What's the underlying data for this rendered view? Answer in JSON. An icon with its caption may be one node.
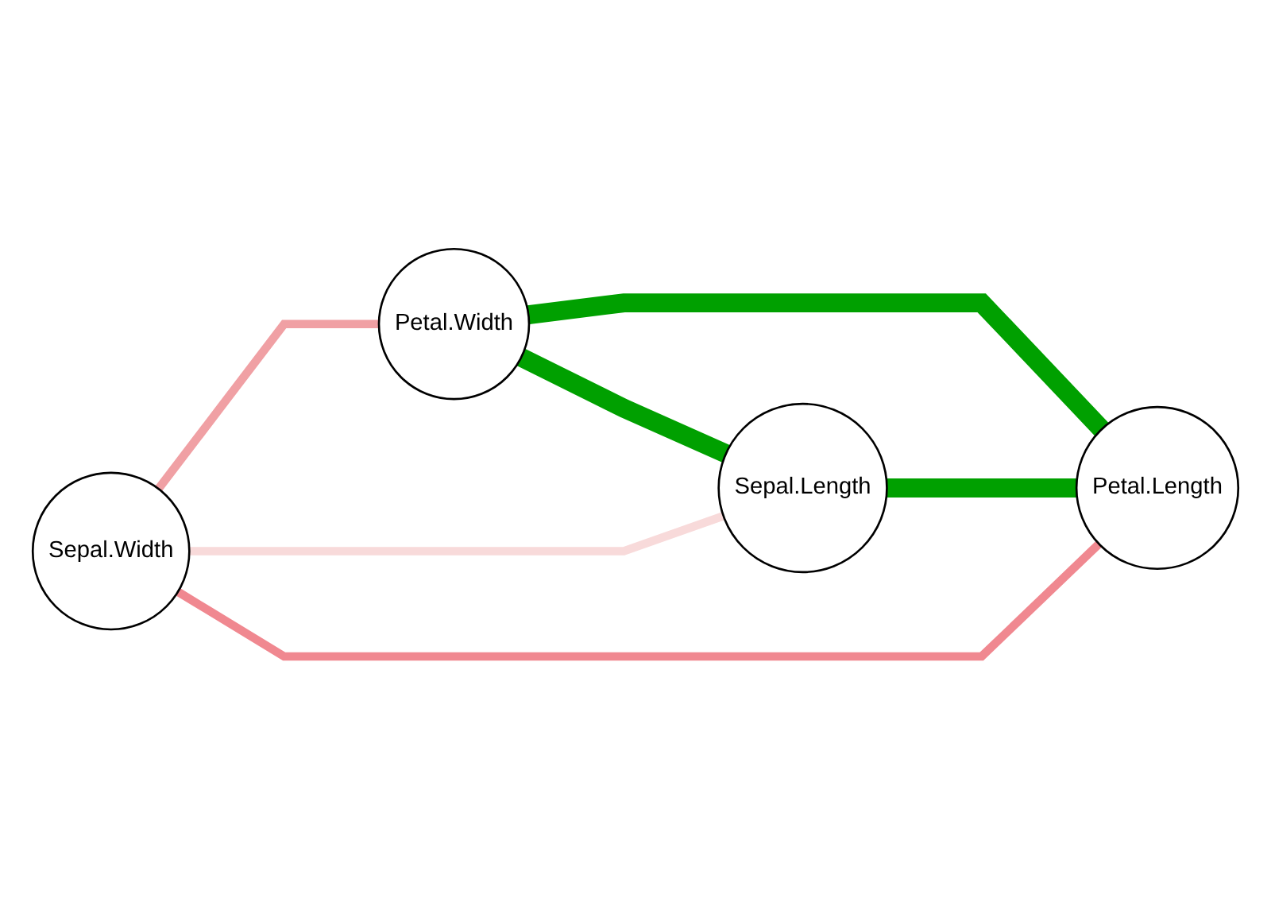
{
  "diagram": {
    "nodes": [
      {
        "text": [
          "Sepal.Width"
        ]
      },
      {
        "text": [
          "Petal.Width"
        ]
      },
      {
        "text": [
          "Petal.Length"
        ]
      },
      {
        "text": [
          "Sepal.Length"
        ]
      }
    ],
    "edges": [
      {
        "from": 0,
        "to": 1,
        "arrow": "none",
        "color": "#f0a0a4"
      },
      {
        "from": 0,
        "to": 3,
        "arrow": "none",
        "color": "#f8dada"
      },
      {
        "from": 0,
        "to": 2,
        "arrow": "none",
        "color": "#f08890"
      },
      {
        "from": 1,
        "to": 2,
        "arrow": "none",
        "style": "thick",
        "color": "#00a000"
      },
      {
        "from": 1,
        "to": 3,
        "arrow": "none",
        "style": "thick",
        "color": "#00a000"
      },
      {
        "from": 3,
        "to": 2,
        "arrow": "none",
        "style": "thick",
        "color": "#00a000"
      }
    ]
  }
}
